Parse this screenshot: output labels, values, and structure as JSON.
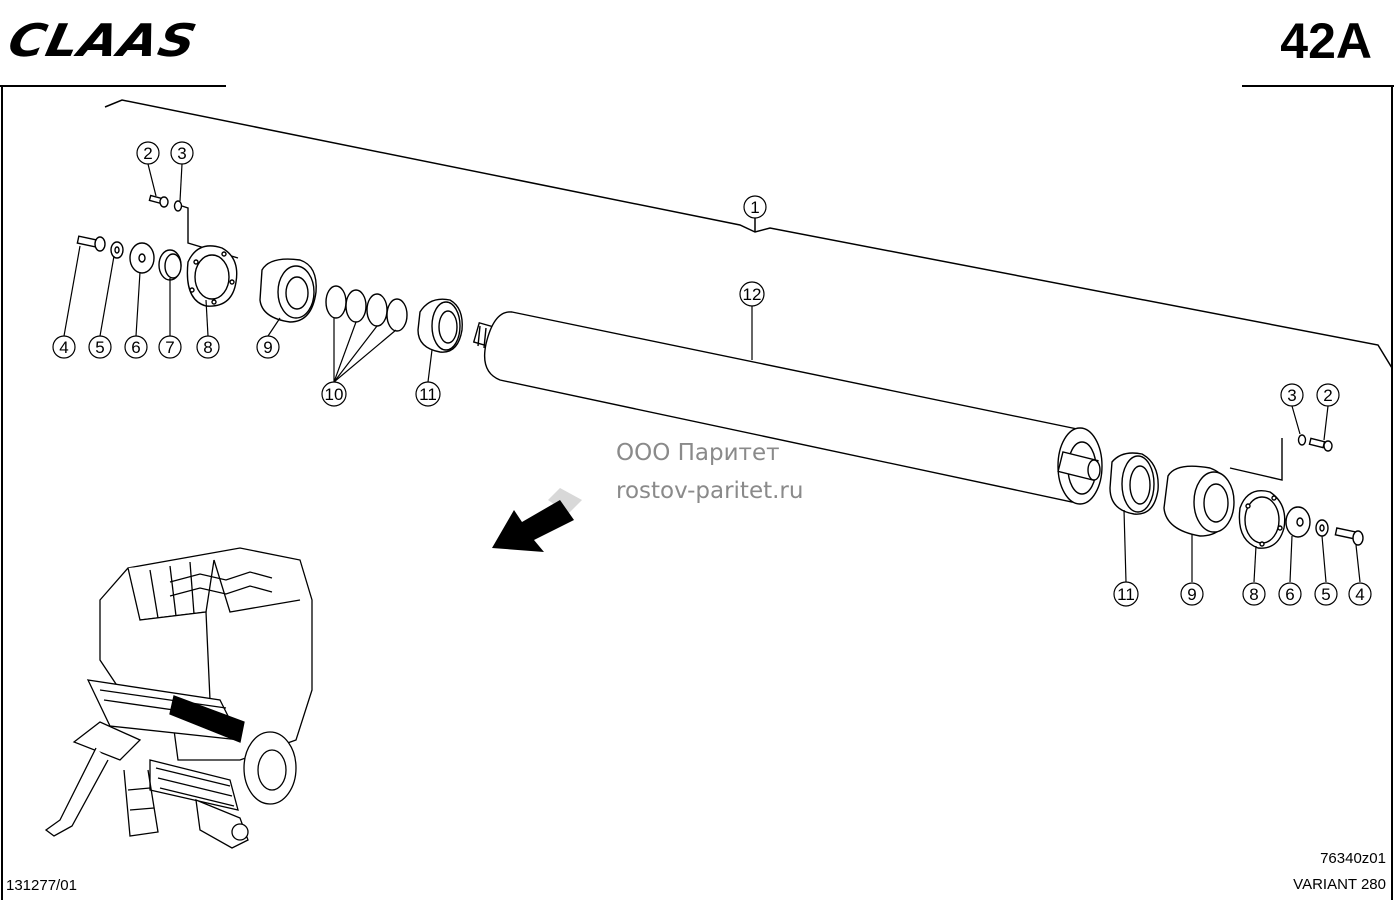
{
  "header": {
    "brand": "CLAAS",
    "page_code": "42A"
  },
  "watermark": {
    "line1": "ООО Паритет",
    "line2": "rostov-paritet.ru"
  },
  "footer": {
    "drawing_number": "76340z01",
    "document_number": "131277/01",
    "model": "VARIANT 280"
  },
  "callouts": [
    {
      "id": "c1",
      "label": "1"
    },
    {
      "id": "c2a",
      "label": "2"
    },
    {
      "id": "c3a",
      "label": "3"
    },
    {
      "id": "c4a",
      "label": "4"
    },
    {
      "id": "c5a",
      "label": "5"
    },
    {
      "id": "c6a",
      "label": "6"
    },
    {
      "id": "c7a",
      "label": "7"
    },
    {
      "id": "c8a",
      "label": "8"
    },
    {
      "id": "c9a",
      "label": "9"
    },
    {
      "id": "c10",
      "label": "10"
    },
    {
      "id": "c11a",
      "label": "11"
    },
    {
      "id": "c12",
      "label": "12"
    },
    {
      "id": "c3b",
      "label": "3"
    },
    {
      "id": "c2b",
      "label": "2"
    },
    {
      "id": "c11b",
      "label": "11"
    },
    {
      "id": "c9b",
      "label": "9"
    },
    {
      "id": "c8b",
      "label": "8"
    },
    {
      "id": "c6b",
      "label": "6"
    },
    {
      "id": "c5b",
      "label": "5"
    },
    {
      "id": "c4b",
      "label": "4"
    }
  ]
}
